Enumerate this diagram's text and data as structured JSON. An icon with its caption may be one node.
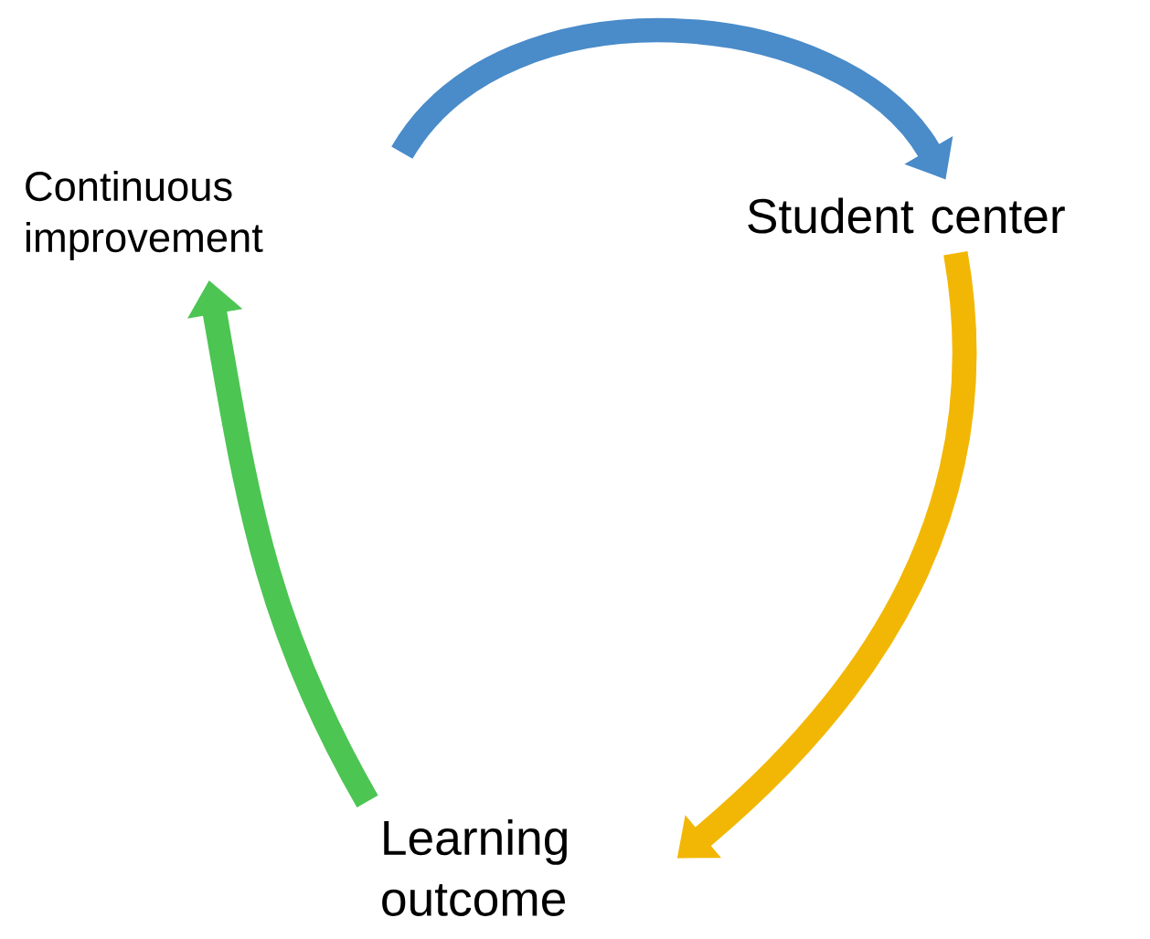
{
  "diagram": {
    "nodes": [
      {
        "text": [
          "Continuous improvement"
        ]
      },
      {
        "text": [
          "Student center"
        ]
      },
      {
        "text": [
          "Learning outcome"
        ]
      }
    ],
    "edges": [
      {
        "from": 0,
        "to": 1,
        "arrow": "to",
        "color": "#4a8bc9"
      },
      {
        "from": 1,
        "to": 2,
        "arrow": "to",
        "color": "#f2b705"
      },
      {
        "from": 2,
        "to": 0,
        "arrow": "to",
        "color": "#4cc552"
      }
    ]
  }
}
